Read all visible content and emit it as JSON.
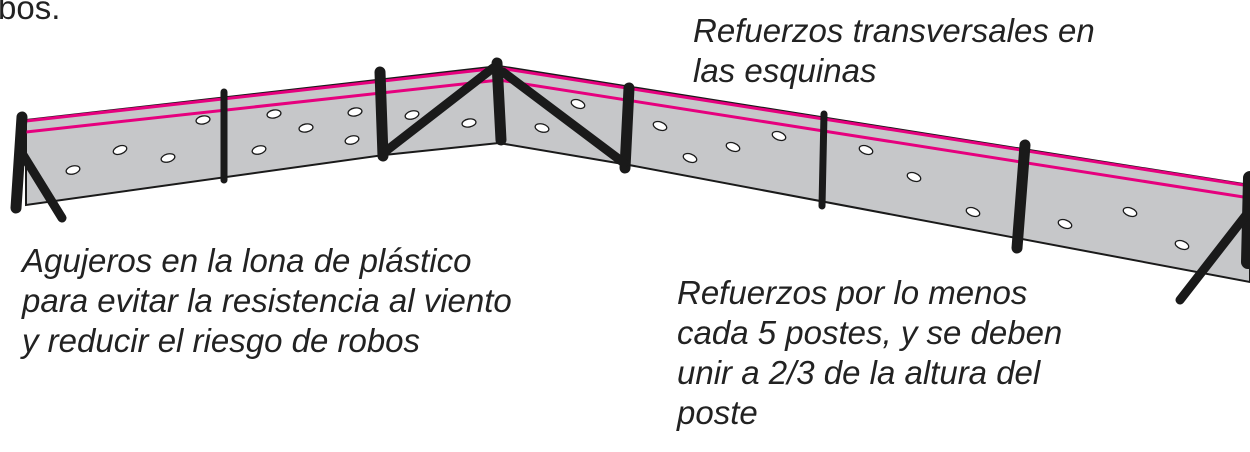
{
  "labels": {
    "top_fragment": "bos.",
    "corner_reinforcements": [
      "Refuerzos transversales en",
      "las esquinas"
    ],
    "holes": [
      "Agujeros en la lona de plástico",
      "para evitar la resistencia al viento",
      "y reducir el riesgo de robos"
    ],
    "reinforcement_spacing": [
      "Refuerzos por lo menos",
      "cada 5 postes, y se deben",
      "unir a 2/3 de la altura del",
      "poste"
    ]
  },
  "colors": {
    "tarp_fill": "#c6c7c9",
    "tarp_outline": "#1a1a1a",
    "stripe": "#e6007e",
    "post": "#1a1a1a",
    "text": "#222222"
  },
  "icons": {
    "hole": "hole-icon",
    "post": "fence-post-icon",
    "brace": "diagonal-brace-icon"
  }
}
